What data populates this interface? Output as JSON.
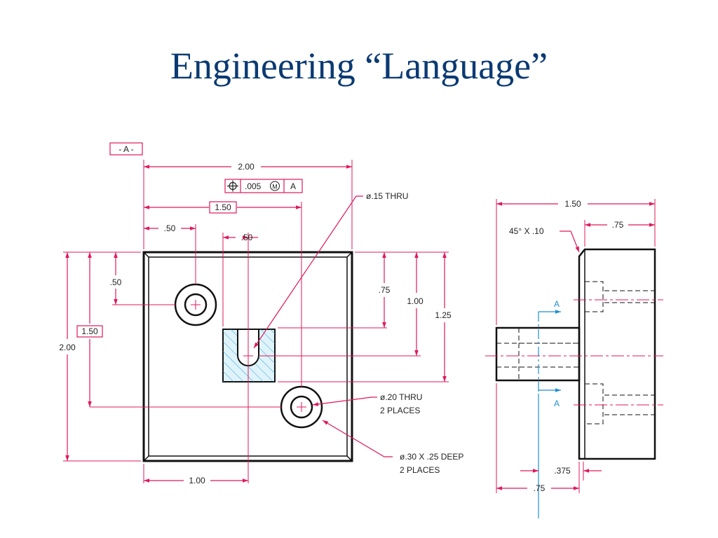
{
  "slide": {
    "title": "Engineering “Language”"
  },
  "colors": {
    "title": "#0b3a73",
    "dimension": "#e0185a",
    "object": "#111111",
    "section": "#1e8fd0",
    "hatch": "#7fd0f0"
  },
  "front_view": {
    "datum": "- A -",
    "fcf": {
      "tolerance": ".005",
      "modifier": "M",
      "datum_ref": "A"
    },
    "dims": {
      "overall_width": "2.00",
      "basic_x_slot": "1.50",
      "hole_x": ".50",
      "slot_width": ".50",
      "hole_y": ".50",
      "basic_y_hole": "1.50",
      "overall_height": "2.00",
      "slot_top": ".75",
      "slot_center": "1.00",
      "slot_bottom": "1.25",
      "bottom_hole_x": "1.00"
    },
    "callouts": {
      "thru_small": "ø.15 THRU",
      "thru_large": "ø.20 THRU",
      "thru_large_qty": "2 PLACES",
      "cbore": "ø.30 X .25 DEEP",
      "cbore_qty": "2 PLACES"
    }
  },
  "side_view": {
    "dims": {
      "overall": "1.50",
      "body": ".75",
      "chamfer": "45° X .10",
      "shaft": ".375",
      "bottom": ".75"
    },
    "section_label": "A"
  }
}
